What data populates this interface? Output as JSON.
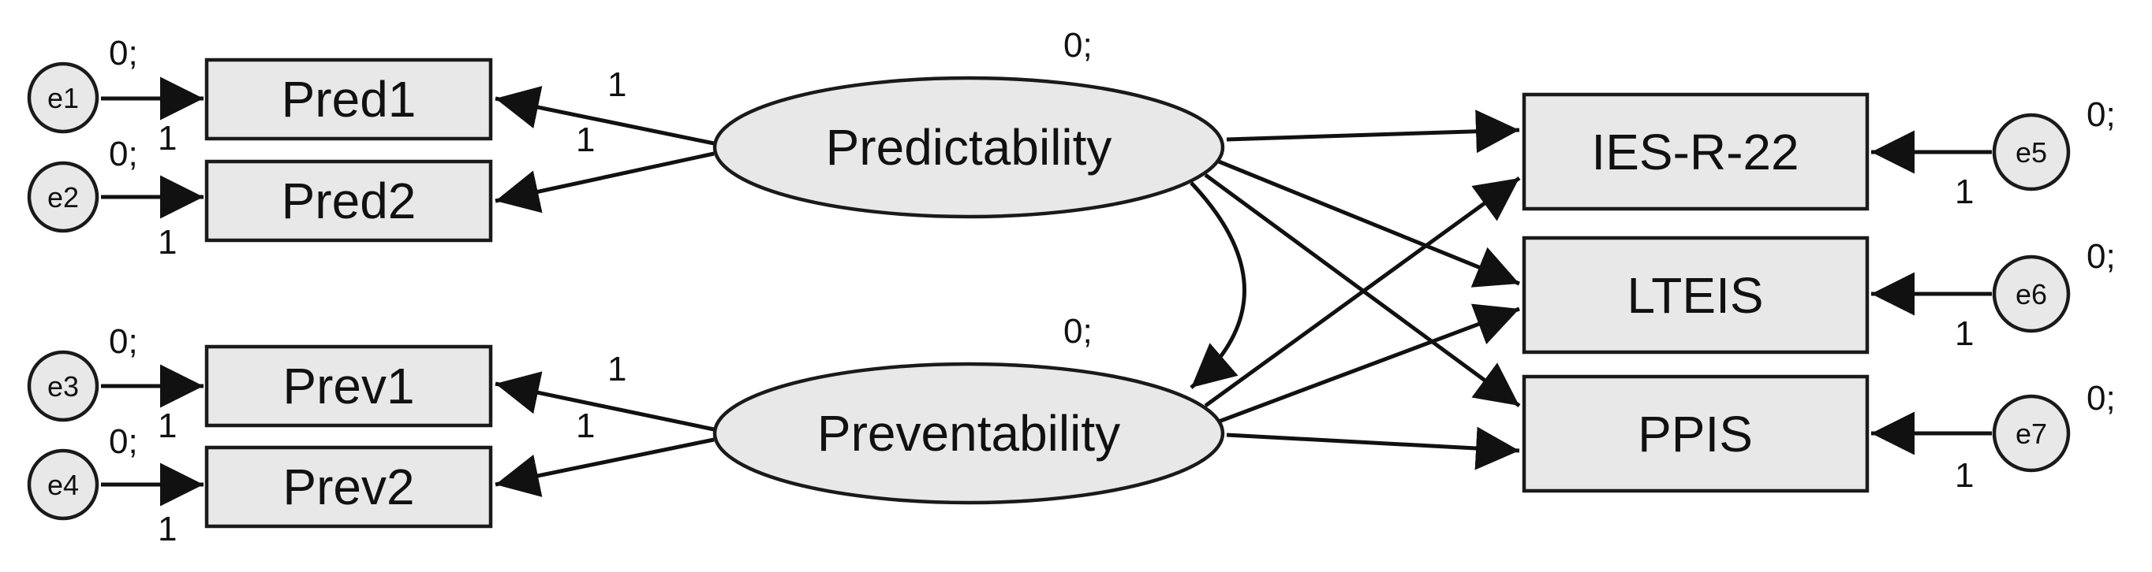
{
  "observed": {
    "pred1": "Pred1",
    "pred2": "Pred2",
    "prev1": "Prev1",
    "prev2": "Prev2",
    "ies": "IES-R-22",
    "lteis": "LTEIS",
    "ppis": "PPIS"
  },
  "latent": {
    "predictability": "Predictability",
    "preventability": "Preventability"
  },
  "errors": {
    "e1": "e1",
    "e2": "e2",
    "e3": "e3",
    "e4": "e4",
    "e5": "e5",
    "e6": "e6",
    "e7": "e7"
  },
  "labels": {
    "variance": "0;",
    "weight": "1"
  }
}
